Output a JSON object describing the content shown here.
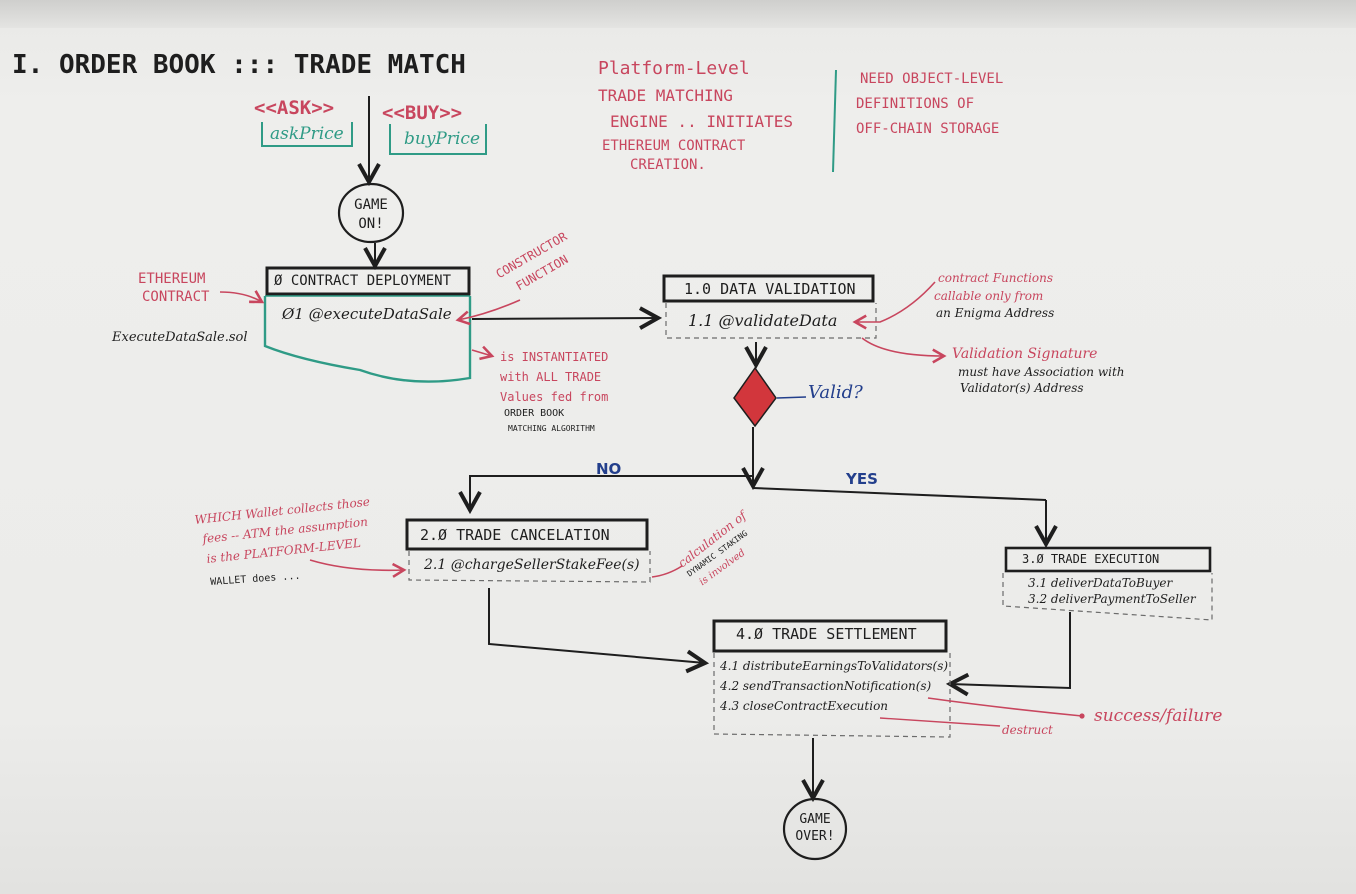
{
  "colors": {
    "ink": "#1e1e1e",
    "red_marker": "#c8465e",
    "green_marker": "#2f9b86",
    "blue_marker": "#233f8c",
    "diamond": "#d2363c"
  },
  "header": {
    "title": "I. ORDER BOOK ::: TRADE MATCH",
    "ask": "<<ASK>>",
    "ask_price": "askPrice",
    "buy": "<<BUY>>",
    "buy_price": "buyPrice"
  },
  "top_notes": {
    "platform_lines": [
      "Platform-Level",
      "TRADE MATCHING",
      "ENGINE .. INITIATES",
      "ETHEREUM CONTRACT",
      "CREATION."
    ],
    "need_lines": [
      "NEED OBJECT-LEVEL",
      "DEFINITIONS OF",
      "OFF-CHAIN STORAGE"
    ]
  },
  "start_node": {
    "label_lines": [
      "GAME",
      "ON!"
    ]
  },
  "end_node": {
    "label_lines": [
      "GAME",
      "OVER!"
    ]
  },
  "contract": {
    "title": "Ø CONTRACT DEPLOYMENT",
    "item": "Ø1 @executeDataSale",
    "file": "ExecuteDataSale.sol",
    "ethereum_label_lines": [
      "ETHEREUM",
      "CONTRACT"
    ],
    "constructor_lines": [
      "CONSTRUCTOR",
      "FUNCTION"
    ],
    "instantiated_lines": [
      "is INSTANTIATED",
      "with ALL TRADE",
      "Values fed from"
    ],
    "orderbook_lines": [
      "ORDER BOOK",
      "MATCHING ALGORITHM"
    ]
  },
  "validation": {
    "title": "1.0 DATA VALIDATION",
    "item": "1.1 @validateData",
    "callable_lines": [
      "contract Functions",
      "callable only from",
      "an Enigma Address"
    ],
    "signature_lines": [
      "Validation Signature",
      "must have Association with",
      "Validator(s) Address"
    ],
    "decision": "Valid?",
    "no": "NO",
    "yes": "YES"
  },
  "cancel": {
    "title": "2.Ø TRADE CANCELATION",
    "item": "2.1 @chargeSellerStakeFee(s)",
    "wallet_lines": [
      "WHICH Wallet collects those",
      "fees -- ATM the assumption",
      "is the PLATFORM-LEVEL",
      "WALLET does ..."
    ],
    "calc_lines": [
      "calculation of",
      "DYNAMIC STAKING",
      "is involved"
    ]
  },
  "execution": {
    "title": "3.Ø TRADE EXECUTION",
    "items": [
      "3.1 deliverDataToBuyer",
      "3.2 deliverPaymentToSeller"
    ]
  },
  "settlement": {
    "title": "4.Ø TRADE SETTLEMENT",
    "items": [
      "4.1 distributeEarningsToValidators(s)",
      "4.2 sendTransactionNotification(s)",
      "4.3 closeContractExecution"
    ],
    "destruct": "destruct",
    "result": "success/failure"
  }
}
